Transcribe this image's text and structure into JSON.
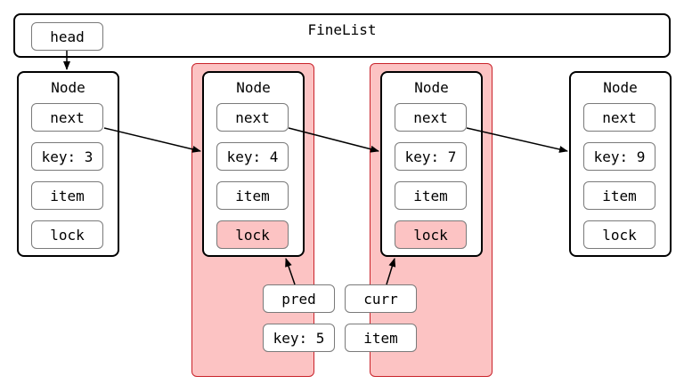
{
  "list": {
    "title": "FineList",
    "head_label": "head"
  },
  "nodes": [
    {
      "title": "Node",
      "next": "next",
      "key": "key: 3",
      "item": "item",
      "lock": "lock",
      "locked": false
    },
    {
      "title": "Node",
      "next": "next",
      "key": "key: 4",
      "item": "item",
      "lock": "lock",
      "locked": true
    },
    {
      "title": "Node",
      "next": "next",
      "key": "key: 7",
      "item": "item",
      "lock": "lock",
      "locked": true
    },
    {
      "title": "Node",
      "next": "next",
      "key": "key: 9",
      "item": "item",
      "lock": "lock",
      "locked": false
    }
  ],
  "locals": {
    "pred": "pred",
    "curr": "curr",
    "key": "key: 5",
    "item": "item"
  },
  "colors": {
    "locked_fill": "#fcc3c3",
    "locked_border": "#c9222a",
    "field_border": "#7a7a7a"
  }
}
